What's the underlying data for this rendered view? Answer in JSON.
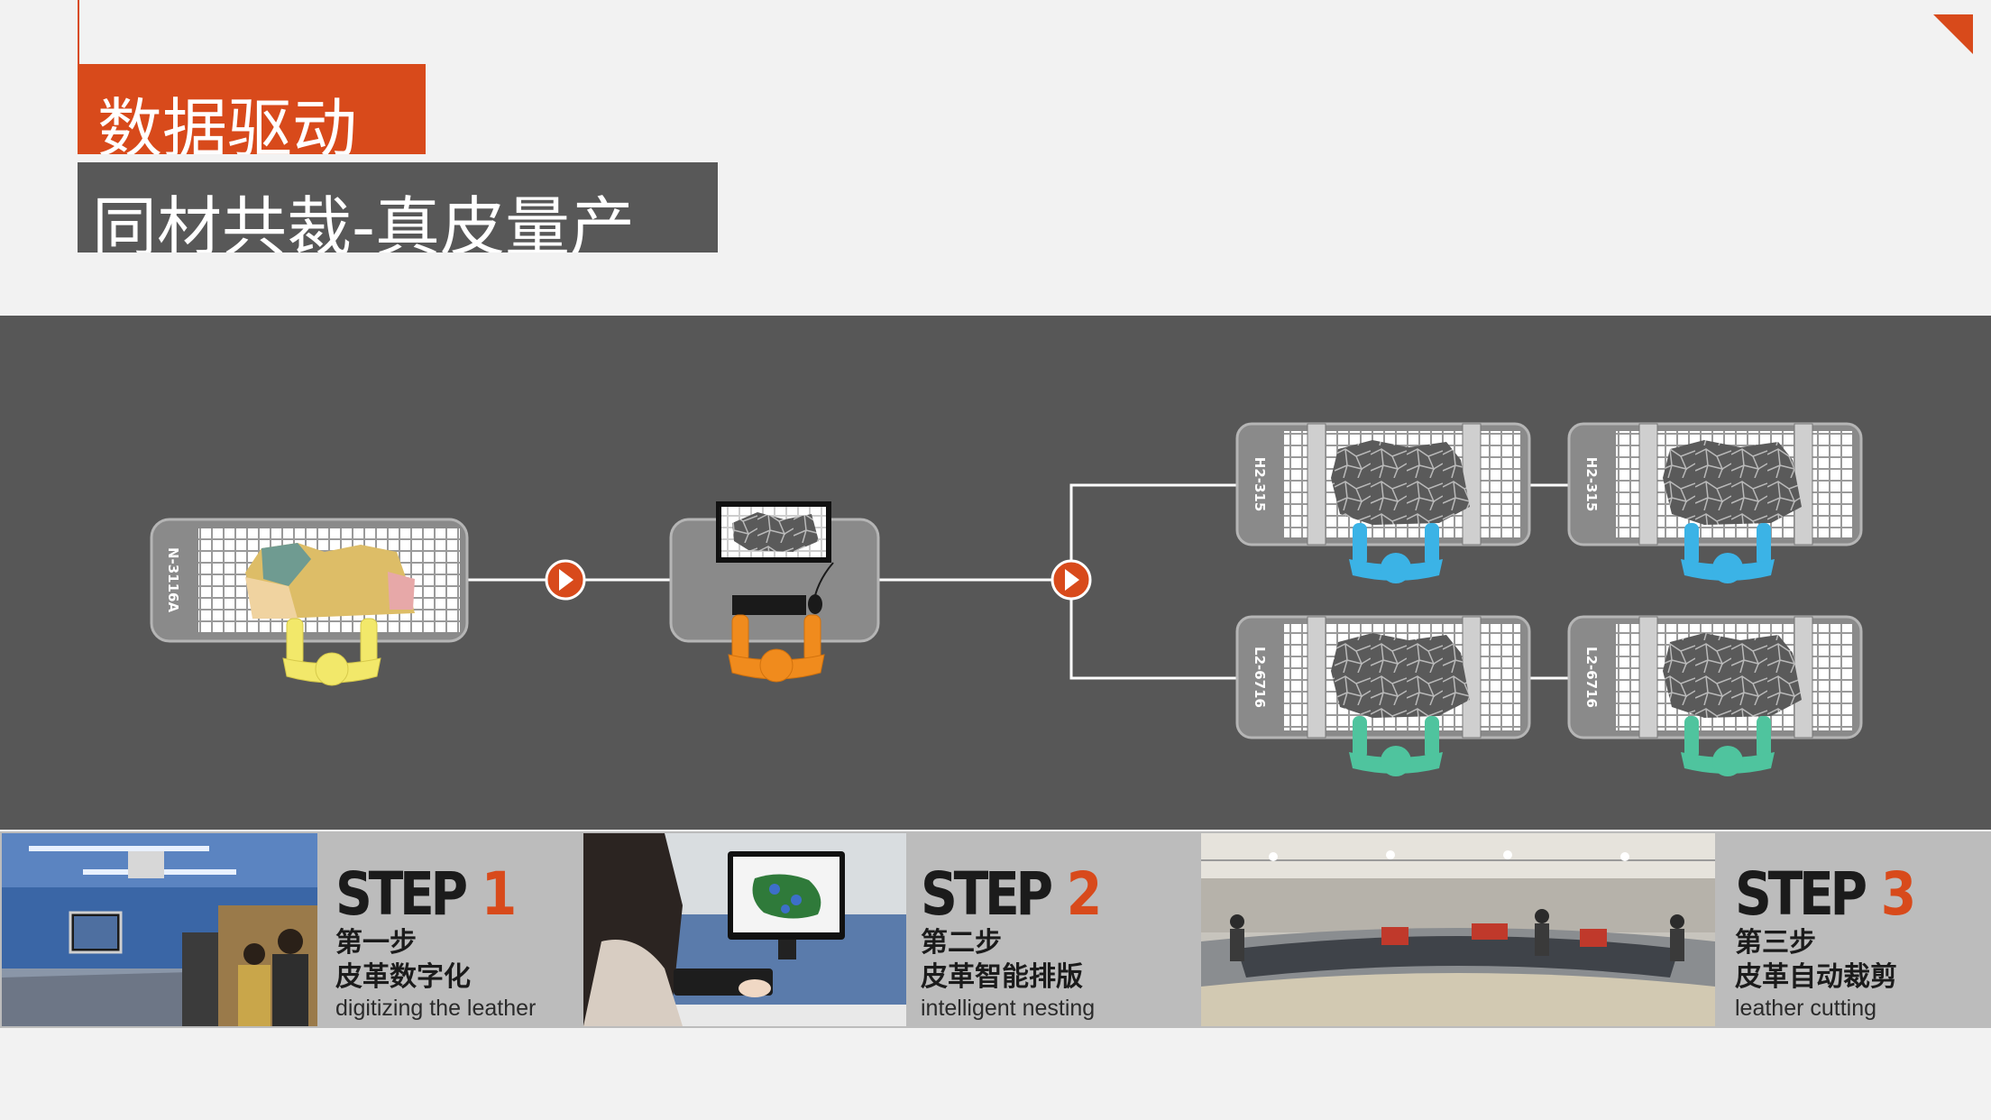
{
  "header": {
    "title": "数据驱动",
    "subtitle": "同材共裁-真皮量产"
  },
  "colors": {
    "accent": "#d84a1b",
    "dark_gray": "#585858",
    "diagram_bg": "#575757",
    "operator_step1": "#f2e86a",
    "operator_step2": "#f08b1d",
    "operator_cutter_blue": "#3bb3e6",
    "operator_cutter_green": "#4fc49e"
  },
  "diagram": {
    "scanner_label": "N-3116A",
    "cutters": [
      {
        "label": "H2-315"
      },
      {
        "label": "H2-315"
      },
      {
        "label": "L2-6716"
      },
      {
        "label": "L2-6716"
      }
    ]
  },
  "steps": [
    {
      "word": "STEP",
      "number": "1",
      "cn_step": "第一步",
      "cn_desc": "皮革数字化",
      "en_desc": "digitizing the leather"
    },
    {
      "word": "STEP",
      "number": "2",
      "cn_step": "第二步",
      "cn_desc": "皮革智能排版",
      "en_desc": "intelligent nesting"
    },
    {
      "word": "STEP",
      "number": "3",
      "cn_step": "第三步",
      "cn_desc": "皮革自动裁剪",
      "en_desc": "leather cutting"
    }
  ]
}
